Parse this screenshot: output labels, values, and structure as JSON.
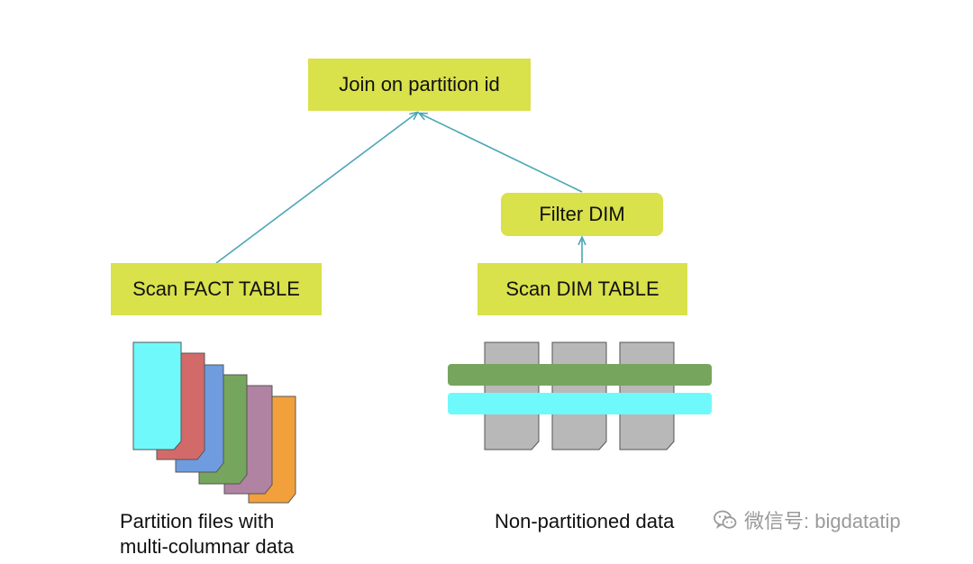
{
  "colors": {
    "box_fill": "#d9e14b",
    "arrow": "#4ba7b5",
    "cyan": "#6ff9fb",
    "red": "#d26a6a",
    "blue": "#6f9cdf",
    "green": "#76a55d",
    "purple": "#b083a3",
    "orange": "#f2a03b",
    "gray_file": "#b8b8b8",
    "watermark": "#9a9a9a"
  },
  "nodes": {
    "join": "Join on partition id",
    "filter": "Filter DIM",
    "scan_fact": "Scan FACT TABLE",
    "scan_dim": "Scan DIM TABLE"
  },
  "captions": {
    "fact_line1": "Partition files with",
    "fact_line2": "multi-columnar data",
    "dim": "Non-partitioned data"
  },
  "watermark": {
    "icon": "wechat-icon",
    "text": "微信号: bigdatatip"
  }
}
